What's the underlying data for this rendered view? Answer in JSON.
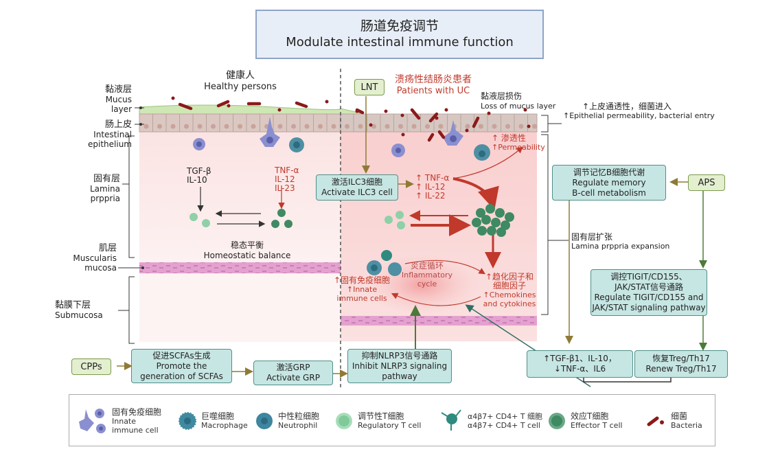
{
  "title": {
    "cn": "肠道免疫调节",
    "en": "Modulate intestinal immune function"
  },
  "healthy": {
    "cn": "健康人",
    "en": "Healthy persons",
    "left_cytokines": [
      "TGF-β",
      "IL-10"
    ],
    "right_cytokines": [
      "TNF-α",
      "IL-12",
      "IL-23"
    ],
    "balance_cn": "稳态平衡",
    "balance_en": "Homeostatic balance"
  },
  "uc": {
    "cn": "溃疡性结肠炎患者",
    "en": "Patients with UC",
    "mucus_loss_cn": "黏液层损伤",
    "mucus_loss_en": "Loss of mucus layer",
    "permeability_cn": "↑ 渗透性",
    "permeability_en": "↑Permeability",
    "cytokines": [
      "↑ TNF-α",
      "↑ IL-12",
      "↑ IL-22"
    ],
    "cycle_cn": "炎症循环",
    "cycle_en1": "Inflammatory",
    "cycle_en2": "cycle",
    "innate_cn": "↑固有免疫细胞",
    "innate_en1": "↑Innate",
    "innate_en2": "immune cells",
    "chemo_cn1": "↑趋化因子和",
    "chemo_cn2": "细胞因子",
    "chemo_en1": "↑Chemokines",
    "chemo_en2": "and cytokines"
  },
  "layers": {
    "mucus": {
      "cn": "黏液层",
      "en1": "Mucus",
      "en2": "layer"
    },
    "epithelium": {
      "cn": "肠上皮",
      "en1": "Intestinal",
      "en2": "epithelium"
    },
    "lamina": {
      "cn": "固有层",
      "en1": "Lamina",
      "en2": "prppria"
    },
    "muscularis": {
      "cn": "肌层",
      "en1": "Muscularis",
      "en2": "mucosa"
    },
    "submucosa": {
      "cn": "黏膜下层",
      "en": "Submucosa"
    }
  },
  "right_notes": {
    "epithelial_cn": "↑上皮通透性，细菌进入",
    "epithelial_en": "↑Epithelial permeability, bacterial entry",
    "lamina_cn": "固有层扩张",
    "lamina_en": "Lamina prppria expansion"
  },
  "agents": {
    "lnt": "LNT",
    "aps": "APS",
    "cpps": "CPPs"
  },
  "boxes": {
    "ilc3": {
      "cn": "激活ILC3细胞",
      "en": "Activate ILC3 cell"
    },
    "memory_b": {
      "cn": "调节记忆B细胞代谢",
      "en1": "Regulate memory",
      "en2": "B-cell metabolism"
    },
    "tigit": {
      "cn1": "调控TIGIT/CD155、",
      "cn2": "JAK/STAT信号通路",
      "en1": "Regulate TIGIT/CD155 and",
      "en2": "JAK/STAT signaling pathway"
    },
    "scfas": {
      "cn": "促进SCFAs生成",
      "en1": "Promote the",
      "en2": "generation of SCFAs"
    },
    "grp": {
      "cn": "激活GRP",
      "en": "Activate GRP"
    },
    "nlrp3": {
      "cn": "抑制NLRP3信号通路",
      "en1": "Inhibit NLRP3 signaling",
      "en2": "pathway"
    },
    "cytokine_change": {
      "line1": "↑TGF-β1、IL-10，",
      "line2": "↓TNF-α、IL6"
    },
    "treg": {
      "cn": "恢复Treg/Th17",
      "en": "Renew Treg/Th17"
    }
  },
  "legend": [
    {
      "icon": "innate-immune-cell-icon",
      "cn": "固有免疫细胞",
      "en1": "Innate",
      "en2": "immune cell"
    },
    {
      "icon": "macrophage-icon",
      "cn": "巨噬细胞",
      "en1": "Macrophage",
      "en2": ""
    },
    {
      "icon": "neutrophil-icon",
      "cn": "中性粒细胞",
      "en1": "Neutrophil",
      "en2": ""
    },
    {
      "icon": "regulatory-t-cell-icon",
      "cn": "调节性T细胞",
      "en1": "Regulatory T cell",
      "en2": ""
    },
    {
      "icon": "a4b7-cd4-t-cell-icon",
      "cn": "α4β7+ CD4+ T 细胞",
      "en1": "α4β7+ CD4+ T cell",
      "en2": ""
    },
    {
      "icon": "effector-t-cell-icon",
      "cn": "效应T细胞",
      "en1": "Effector T cell",
      "en2": ""
    },
    {
      "icon": "bacteria-icon",
      "cn": "细菌",
      "en1": "Bacteria",
      "en2": ""
    }
  ],
  "colors": {
    "teal_box": "#c6e6e3",
    "green_box": "#e3efcf",
    "red_text": "#c0392b",
    "mucus": "#cfe6b5",
    "epithelium": "#dcc8c2",
    "lamina_healthy": "#fbe6e6",
    "lamina_uc": "#f8caca",
    "muscle": "#e59ac8",
    "bacteria": "#8b1a1a",
    "effector_t": "#3f8a63",
    "regulatory_t": "#8fd0a8"
  }
}
